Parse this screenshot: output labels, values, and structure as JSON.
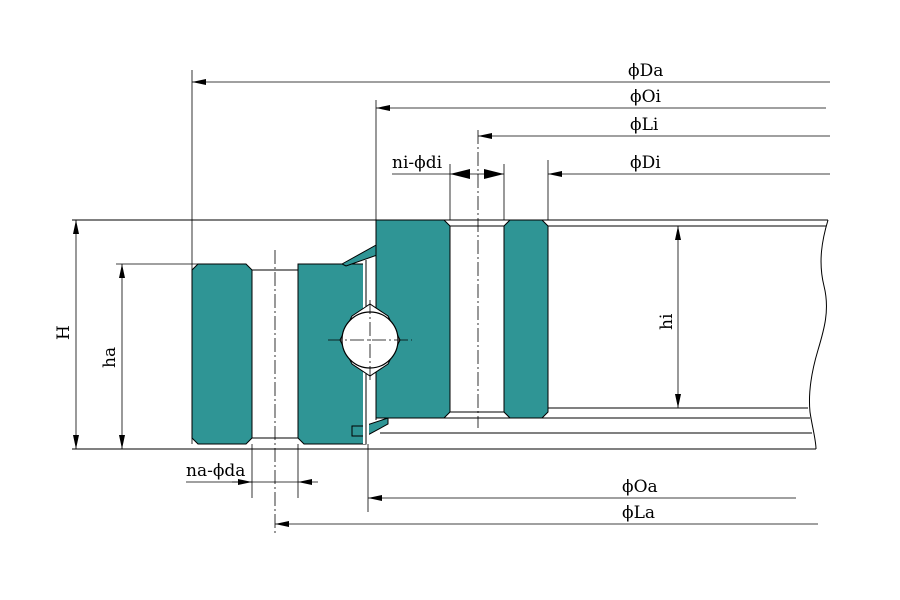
{
  "colors": {
    "ring_fill": "#2f9595",
    "line": "#000000",
    "background": "#ffffff"
  },
  "labels": {
    "Da": "ϕDa",
    "Oi": "ϕOi",
    "Li": "ϕLi",
    "Di": "ϕDi",
    "ni_di": "ni-ϕdi",
    "H": "H",
    "ha": "ha",
    "hi": "hi",
    "na_da": "na-ϕda",
    "Oa": "ϕOa",
    "La": "ϕLa"
  }
}
